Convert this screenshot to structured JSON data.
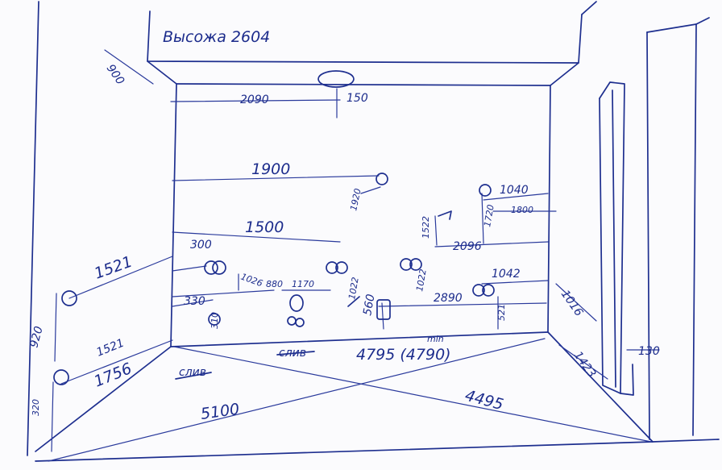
{
  "labels": {
    "height": "Высожа 2604",
    "ceil_left": "900",
    "ceil_len": "2090",
    "ceil_dia": "150",
    "l1900": "1900",
    "v1920": "1920",
    "l1500": "1500",
    "l1040": "1040",
    "l1800": "1800",
    "v1522": "1522",
    "v1720": "1720",
    "l2096": "2096",
    "l300": "300",
    "v1026": "1026",
    "l880": "880",
    "l1170": "1170",
    "v1022a": "1022",
    "v1022b": "1022",
    "l1042": "1042",
    "l330": "330",
    "v310": "310",
    "v560": "560",
    "l2890": "2890",
    "v521": "521",
    "r1016": "1016",
    "left1521a": "1521",
    "left1521b": "1521",
    "v920": "920",
    "v320": "320",
    "l1756": "1756",
    "floor_len": "4795 (4790)",
    "min": "min",
    "slivL": "слив",
    "slivM": "слив",
    "d5100": "5100",
    "d4495": "4495",
    "r1423": "1423",
    "r130": "130"
  }
}
